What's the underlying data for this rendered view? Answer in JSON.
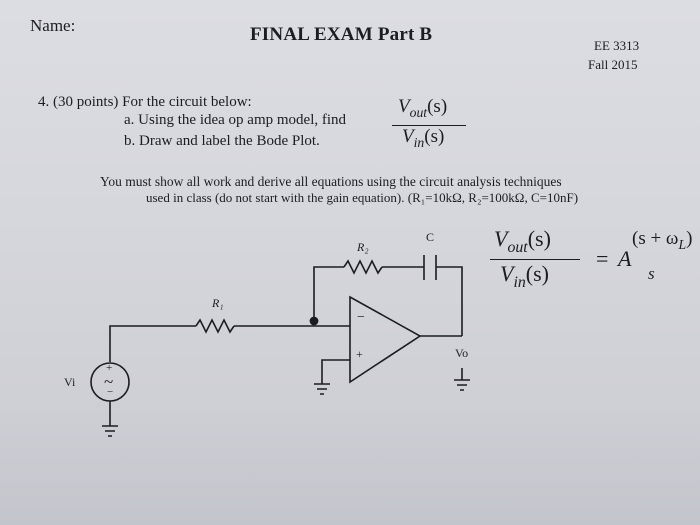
{
  "header": {
    "name_label": "Name:",
    "exam_title": "FINAL EXAM Part B",
    "course": "EE 3313",
    "term": "Fall 2015"
  },
  "problem": {
    "number_points": "4.  (30 points)  For the circuit below:",
    "part_a": "a.  Using the idea op amp model, find",
    "part_b": "b.  Draw and label the Bode Plot.",
    "tf_num_var": "V",
    "tf_num_sub": "out",
    "tf_num_arg": "(s)",
    "tf_den_var": "V",
    "tf_den_sub": "in",
    "tf_den_arg": "(s)"
  },
  "instructions": {
    "line1": "You must show all work and derive all equations using the circuit analysis techniques",
    "line2": "used in class (do not start with the gain equation).  (R₁=10kΩ, R₂=100kΩ, C=10nF)"
  },
  "equation": {
    "lhs_num": "V",
    "lhs_num_sub": "out",
    "lhs_num_arg": "(s)",
    "lhs_den": "V",
    "lhs_den_sub": "in",
    "lhs_den_arg": "(s)",
    "equals": "=",
    "gain": "A",
    "rhs_num": "(s + ω",
    "rhs_num_sub": "L",
    "rhs_num_close": ")",
    "rhs_den": "s"
  },
  "circuit": {
    "r1": "R₁",
    "r2": "R₂",
    "c": "C",
    "vo": "Vo",
    "vi": "Vi",
    "minus": "−",
    "plus": "+",
    "src_plus": "+",
    "src_minus": "−",
    "src_symbol": "~"
  }
}
